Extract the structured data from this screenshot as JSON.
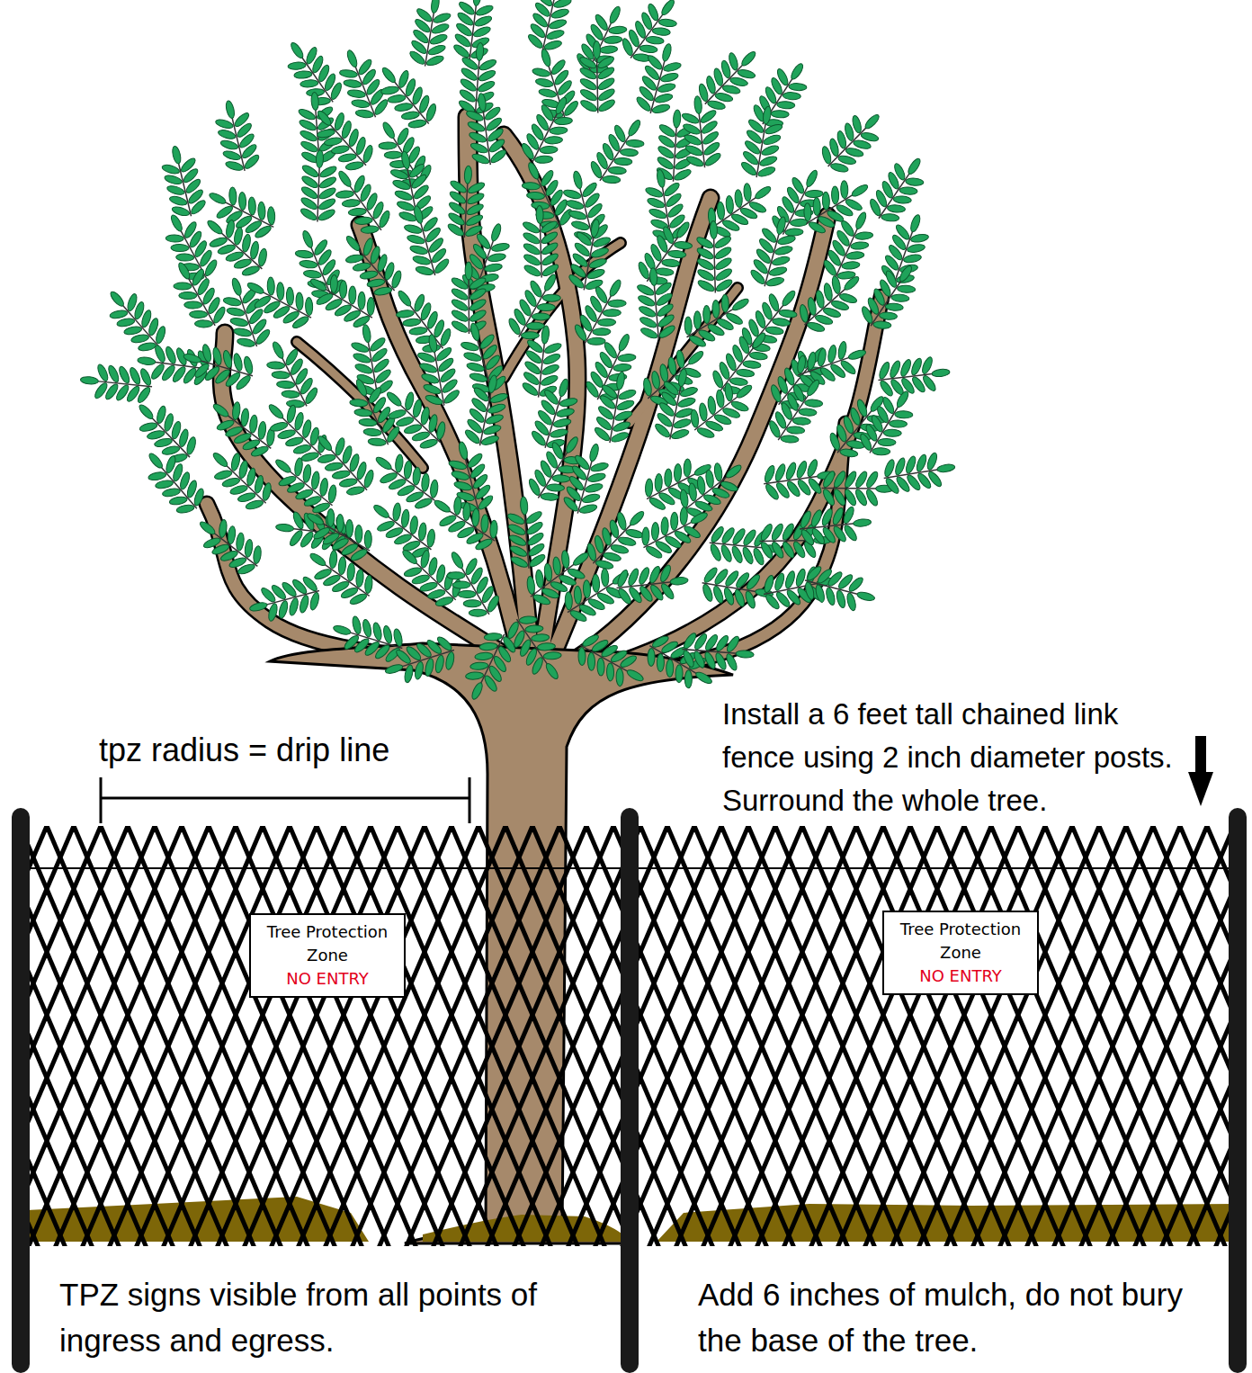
{
  "diagram": {
    "nodes": [
      {
        "text": [
          "Tree Protection Zone",
          "NO ENTRY"
        ]
      },
      {
        "text": [
          "Tree Protection Zone",
          "NO ENTRY"
        ]
      }
    ],
    "labels": [
      "tpz radius = drip line",
      "Install a 6 feet tall chained link fence using 2 inch diameter posts. Surround the whole tree.",
      "TPZ signs visible from all points of ingress and egress.",
      "Add 6 inches of mulch, do not bury the base of the tree."
    ]
  }
}
